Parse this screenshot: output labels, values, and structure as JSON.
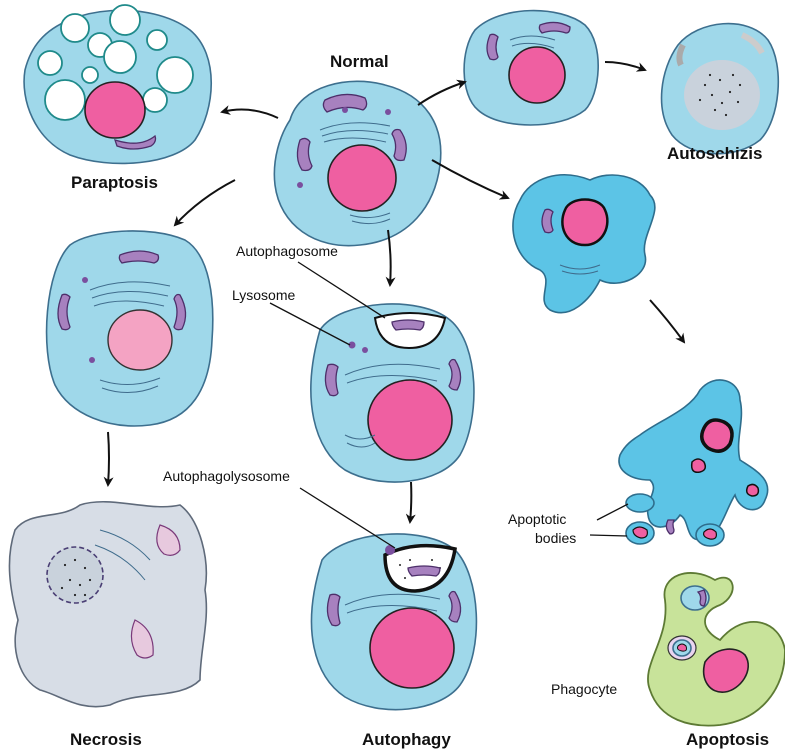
{
  "labels": {
    "normal": "Normal",
    "paraptosis": "Paraptosis",
    "autoschizis": "Autoschizis",
    "autophagosome": "Autophagosome",
    "lysosome": "Lysosome",
    "autophagolysosome": "Autophagolysosome",
    "apoptotic_bodies_line1": "Apoptotic",
    "apoptotic_bodies_line2": "bodies",
    "phagocyte": "Phagocyte",
    "necrosis": "Necrosis",
    "autophagy": "Autophagy",
    "apoptosis": "Apoptosis"
  },
  "colors": {
    "cytoplasm": "#9fd8ea",
    "nucleus": "#ef5fa1",
    "mitochondria": "#a781bf",
    "phagocyte": "#c8e39a",
    "necrotic_cell": "#d7dde6"
  }
}
